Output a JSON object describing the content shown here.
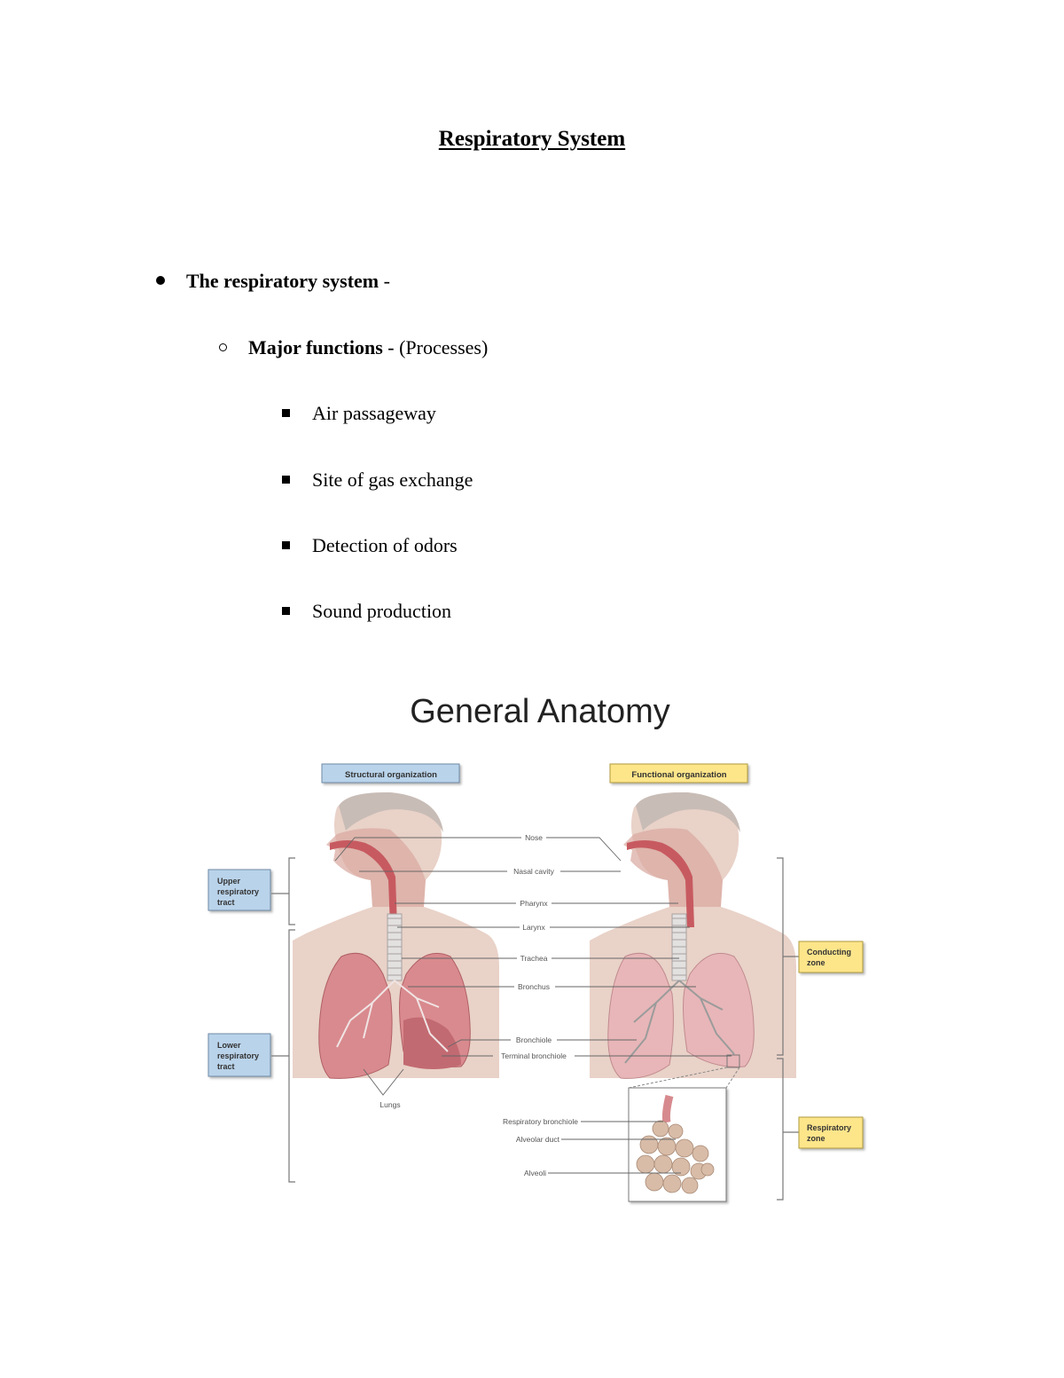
{
  "doc": {
    "title": "Respiratory System",
    "bullet1": {
      "bold": "The respiratory system",
      "rest": " -"
    },
    "bullet2": {
      "bold": "Major functions",
      "rest": " - (Processes)"
    },
    "functions": [
      "Air passageway",
      "Site of gas exchange",
      "Detection of odors",
      "Sound production"
    ]
  },
  "figure": {
    "title": "General Anatomy",
    "structural_header": "Structural organization",
    "functional_header": "Functional organization",
    "upper_tract": [
      "Upper",
      "respiratory",
      "tract"
    ],
    "lower_tract": [
      "Lower",
      "respiratory",
      "tract"
    ],
    "conducting_zone": [
      "Conducting",
      "zone"
    ],
    "respiratory_zone": [
      "Respiratory",
      "zone"
    ],
    "labels": {
      "nose": "Nose",
      "nasal_cavity": "Nasal cavity",
      "pharynx": "Pharynx",
      "larynx": "Larynx",
      "trachea": "Trachea",
      "bronchus": "Bronchus",
      "bronchiole": "Bronchiole",
      "terminal_bronchiole": "Terminal bronchiole",
      "lungs": "Lungs",
      "respiratory_bronchiole": "Respiratory bronchiole",
      "alveolar_duct": "Alveolar duct",
      "alveoli": "Alveoli"
    },
    "colors": {
      "blue_box": "#b9d3ea",
      "yellow_box": "#fde58a",
      "lung": "#d98a8e",
      "skin": "#e9d2c8"
    }
  }
}
